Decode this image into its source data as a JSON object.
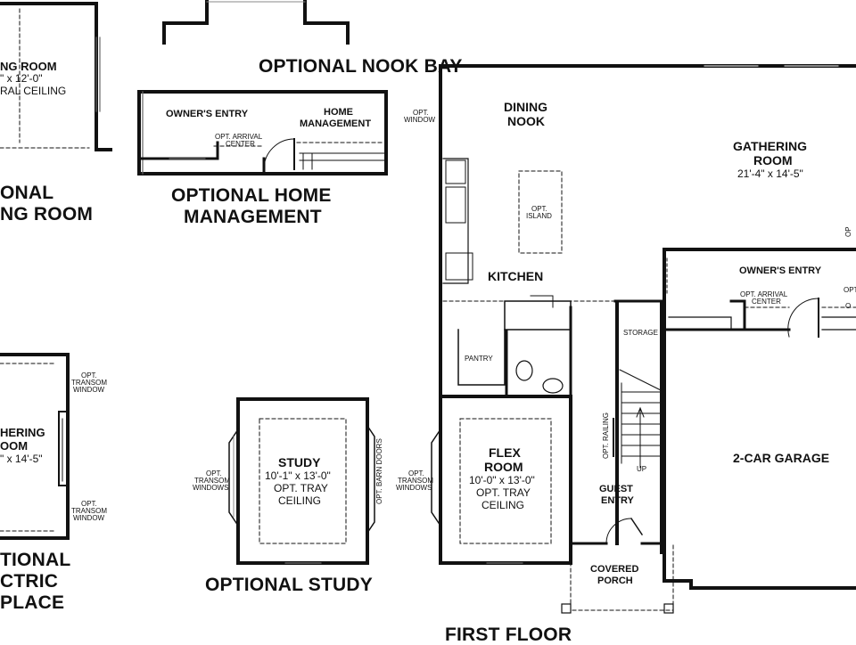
{
  "titles": {
    "optional_nook_bay": "OPTIONAL NOOK BAY",
    "optional_home_management_1": "OPTIONAL HOME",
    "optional_home_management_2": "MANAGEMENT",
    "optional_study": "OPTIONAL STUDY",
    "first_floor": "FIRST FLOOR",
    "optional_dining_room_1": "ONAL",
    "optional_dining_room_2": "NG ROOM",
    "optional_fireplace_1": "TIONAL",
    "optional_fireplace_2": "CTRIC",
    "optional_fireplace_3": "PLACE"
  },
  "left_dining": {
    "name": "NG ROOM",
    "dim": "\" x 12'-0\"",
    "ceiling": "RAL CEILING"
  },
  "left_gathering": {
    "name1": "HERING",
    "name2": "OOM",
    "dim": "\" x 14'-5\"",
    "transom_top_1": "OPT.",
    "transom_top_2": "TRANSOM",
    "transom_top_3": "WINDOW",
    "transom_bot_1": "OPT.",
    "transom_bot_2": "TRANSOM",
    "transom_bot_3": "WINDOW"
  },
  "home_mgmt_inset": {
    "owners_entry": "OWNER'S ENTRY",
    "home_1": "HOME",
    "home_2": "MANAGEMENT",
    "arrival_1": "OPT. ARRIVAL",
    "arrival_2": "CENTER"
  },
  "study_inset": {
    "name": "STUDY",
    "dim": "10'-1\" x 13'-0\"",
    "ceiling_1": "OPT. TRAY",
    "ceiling_2": "CEILING",
    "transom_1": "OPT.",
    "transom_2": "TRANSOM",
    "transom_3": "WINDOWS",
    "barn_doors": "OPT. BARN DOORS"
  },
  "first_floor": {
    "opt_window_1": "OPT.",
    "opt_window_2": "WINDOW",
    "dining_nook_1": "DINING",
    "dining_nook_2": "NOOK",
    "gathering_1": "GATHERING",
    "gathering_2": "ROOM",
    "gathering_dim": "21'-4\" x 14'-5\"",
    "opt_island_1": "OPT.",
    "opt_island_2": "ISLAND",
    "kitchen": "KITCHEN",
    "owners_entry": "OWNER'S ENTRY",
    "arrival_1": "OPT. ARRIVAL",
    "arrival_2": "CENTER",
    "storage": "STORAGE",
    "pantry": "PANTRY",
    "opt_railing": "OPT. RAILING",
    "up": "UP",
    "flex_1": "FLEX",
    "flex_2": "ROOM",
    "flex_dim": "10'-0\" x 13'-0\"",
    "flex_ceiling_1": "OPT. TRAY",
    "flex_ceiling_2": "CEILING",
    "transom_1": "OPT.",
    "transom_2": "TRANSOM",
    "transom_3": "WINDOWS",
    "guest_1": "GUEST",
    "guest_2": "ENTRY",
    "garage": "2-CAR GARAGE",
    "porch_1": "COVERED",
    "porch_2": "PORCH",
    "edge_opt_1": "OP",
    "edge_opt_2": "OPT",
    "edge_opt_3": "O"
  }
}
